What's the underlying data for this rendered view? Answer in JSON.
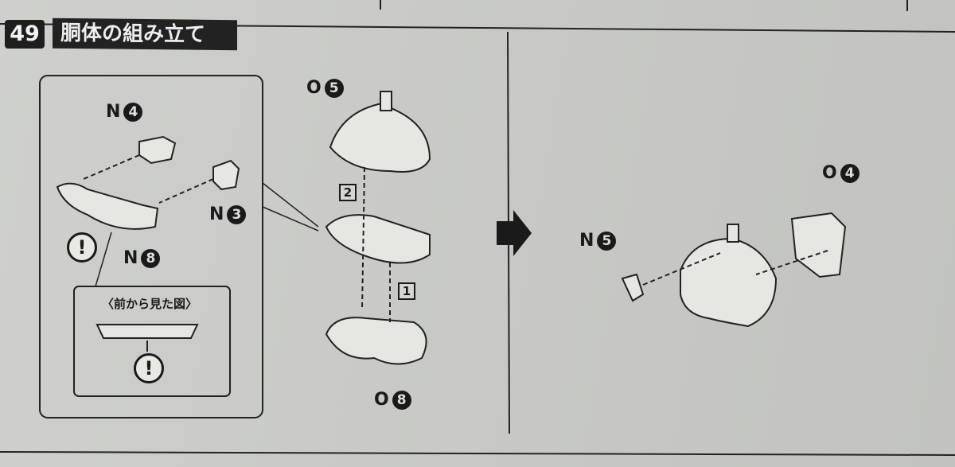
{
  "step": {
    "number": "49",
    "title": "胴体の組み立て"
  },
  "left_panel": {
    "parts": [
      {
        "letter": "N",
        "num": "4"
      },
      {
        "letter": "N",
        "num": "3"
      },
      {
        "letter": "N",
        "num": "8"
      }
    ],
    "front_view_title": "〈前から見た図〉",
    "warning_symbol": "!"
  },
  "middle_panel": {
    "parts": [
      {
        "letter": "O",
        "num": "5"
      },
      {
        "letter": "O",
        "num": "8"
      }
    ],
    "order_steps": [
      "2",
      "1"
    ]
  },
  "right_panel": {
    "parts": [
      {
        "letter": "N",
        "num": "5"
      },
      {
        "letter": "O",
        "num": "4"
      }
    ]
  }
}
